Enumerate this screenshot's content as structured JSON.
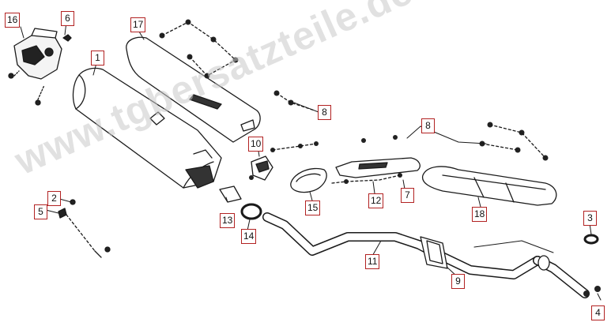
{
  "watermark": "www.tgbersatzteile.de",
  "colors": {
    "line": "#1a1a1a",
    "callout_border": "#b22222",
    "watermark": "#c8c8c8"
  },
  "callouts": {
    "c1": "1",
    "c2": "2",
    "c3": "3",
    "c4": "4",
    "c5": "5",
    "c6": "6",
    "c7": "7",
    "c8a": "8",
    "c8b": "8",
    "c9": "9",
    "c10": "10",
    "c11": "11",
    "c12": "12",
    "c13": "13",
    "c14": "14",
    "c15": "15",
    "c16": "16",
    "c17": "17",
    "c18": "18"
  }
}
